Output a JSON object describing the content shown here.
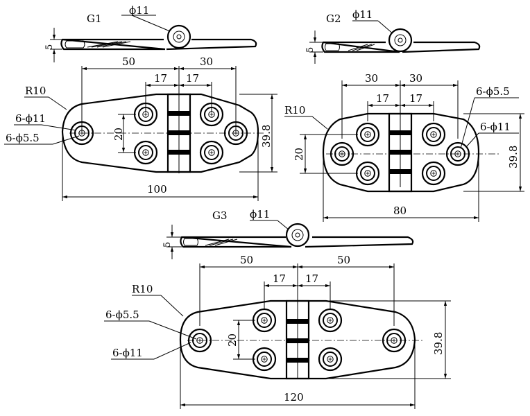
{
  "g1": {
    "name": "G1",
    "side_dia": "ϕ11",
    "thickness": "5",
    "dim_left_span": "50",
    "dim_right_span": "30",
    "dim_inner_left": "17",
    "dim_inner_right": "17",
    "radius": "R10",
    "large_holes": "6-ϕ11",
    "small_holes": "6-ϕ5.5",
    "vertical_spacing": "20",
    "height": "39.8",
    "length": "100"
  },
  "g2": {
    "name": "G2",
    "side_dia": "ϕ11",
    "thickness": "5",
    "dim_left_span": "30",
    "dim_right_span": "30",
    "dim_inner_left": "17",
    "dim_inner_right": "17",
    "radius": "R10",
    "small_holes": "6-ϕ5.5",
    "large_holes": "6-ϕ11",
    "vertical_spacing": "20",
    "height": "39.8",
    "length": "80"
  },
  "g3": {
    "name": "G3",
    "side_dia": "ϕ11",
    "thickness": "5",
    "dim_left_span": "50",
    "dim_right_span": "50",
    "dim_inner_left": "17",
    "dim_inner_right": "17",
    "radius": "R10",
    "small_holes": "6-ϕ5.5",
    "large_holes": "6-ϕ11",
    "vertical_spacing": "20",
    "height": "39.8",
    "length": "120"
  }
}
